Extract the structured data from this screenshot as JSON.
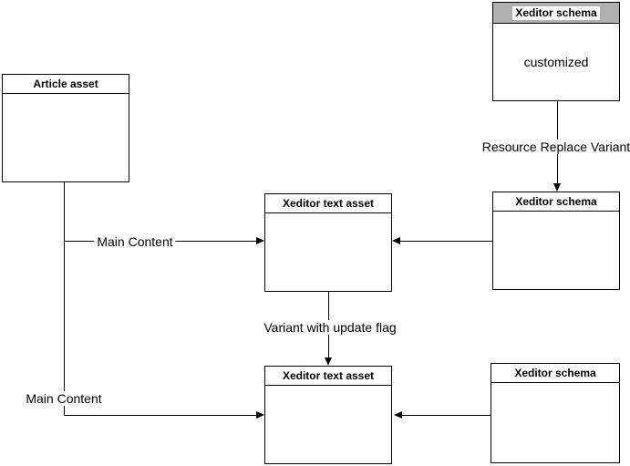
{
  "nodes": {
    "article": {
      "title": "Article asset"
    },
    "schema_custom": {
      "title": "Xeditor schema",
      "body": "customized"
    },
    "text_mid": {
      "title": "Xeditor text asset"
    },
    "schema_mid": {
      "title": "Xeditor schema"
    },
    "text_bottom": {
      "title": "Xeditor text asset"
    },
    "schema_bottom": {
      "title": "Xeditor schema"
    }
  },
  "edges": {
    "main_content_mid": {
      "label": "Main Content"
    },
    "resource_replace": {
      "label": "Resource Replace Variant"
    },
    "variant_update": {
      "label": "Variant with update flag"
    },
    "main_content_bottom": {
      "label": "Main Content"
    }
  },
  "colors": {
    "canvas_bg": "#ffffff",
    "box_bg": "#ffffff",
    "box_border": "#000000",
    "gray_header_bg": "#b0b0b0",
    "line": "#000000",
    "text": "#000000"
  }
}
